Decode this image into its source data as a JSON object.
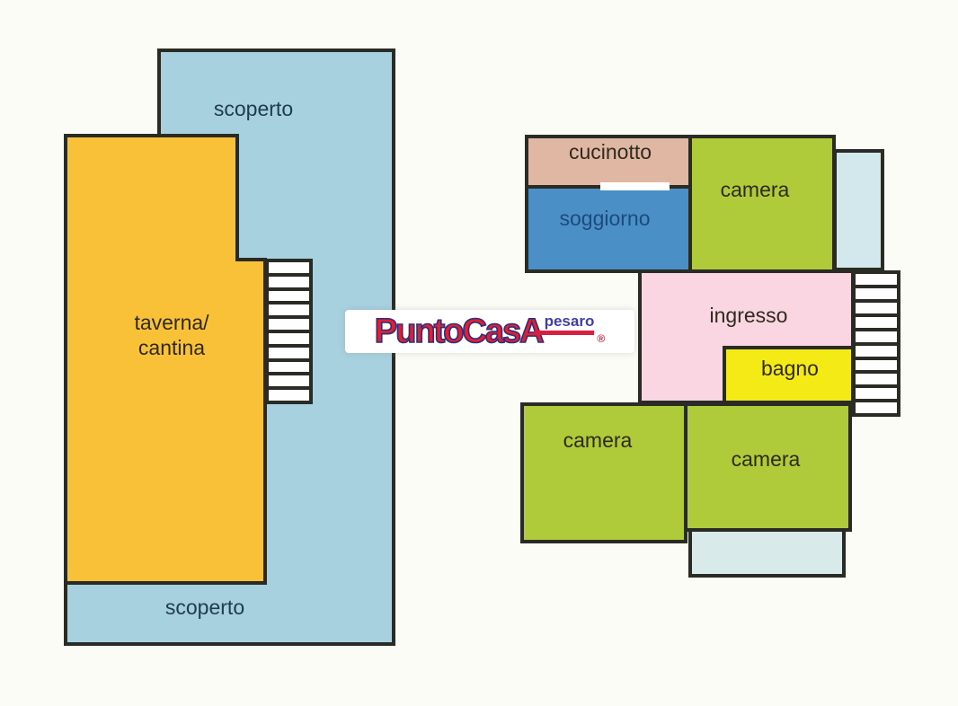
{
  "colors": {
    "background": "#fcfcf7",
    "wall": "#2b2b26",
    "scoperto": "#a8d1e0",
    "taverna": "#f8c138",
    "camera": "#afcb3a",
    "soggiorno": "#4b8fc7",
    "cucinotto": "#e0b7a3",
    "ingresso": "#f9d6e2",
    "bagno": "#f3ea16",
    "balcony_top": "#d3e8ec",
    "balcony_bottom": "#d9eaea",
    "stairs": "#fefefe",
    "door_gap": "#ffffff"
  },
  "lower_floor": {
    "scoperto_top": "scoperto",
    "taverna_line1": "taverna/",
    "taverna_line2": "cantina",
    "scoperto_bottom": "scoperto"
  },
  "upper_floor": {
    "cucinotto": "cucinotto",
    "soggiorno": "soggiorno",
    "camera_top": "camera",
    "ingresso": "ingresso",
    "bagno": "bagno",
    "camera_bottom_left": "camera",
    "camera_bottom_right": "camera"
  },
  "logo": {
    "brand": "PuntoCasA",
    "city": "pesaro",
    "registered": "®",
    "brand_color": "#e11f30",
    "brand_outline_color": "#2e2e7d",
    "city_color": "#3e3ea5",
    "bar_color": "#d7203f"
  }
}
